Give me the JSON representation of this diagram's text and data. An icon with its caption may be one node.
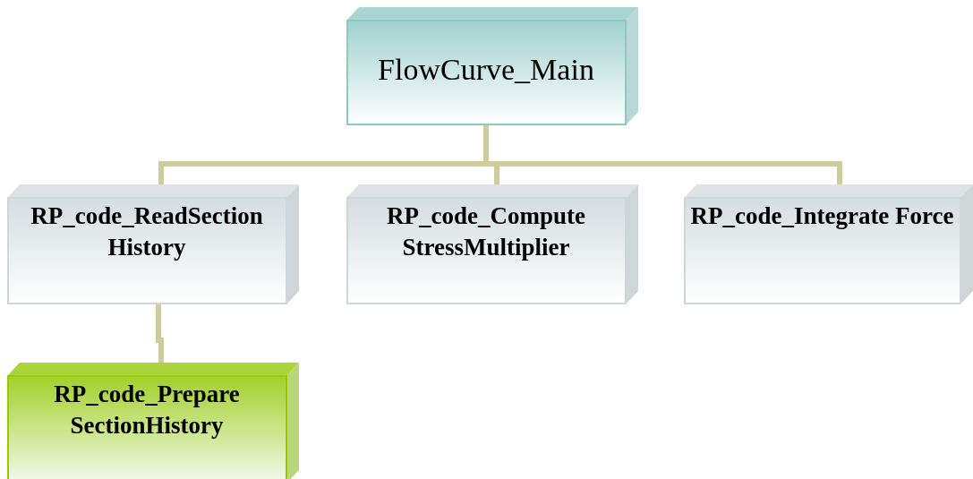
{
  "diagram": {
    "nodes": [
      {
        "text": [
          "FlowCurve_Main"
        ]
      },
      {
        "text": [
          "RP_code_ReadSection History"
        ]
      },
      {
        "text": [
          "RP_code_Compute StressMultiplier"
        ]
      },
      {
        "text": [
          "RP_code_Integrate Force"
        ]
      },
      {
        "text": [
          "RP_code_Prepare SectionHistory"
        ]
      }
    ],
    "edges": [
      {
        "from": 0,
        "to": 1,
        "arrow": "none"
      },
      {
        "from": 0,
        "to": 2,
        "arrow": "none"
      },
      {
        "from": 0,
        "to": 3,
        "arrow": "none"
      },
      {
        "from": 1,
        "to": 4,
        "arrow": "none"
      }
    ]
  }
}
